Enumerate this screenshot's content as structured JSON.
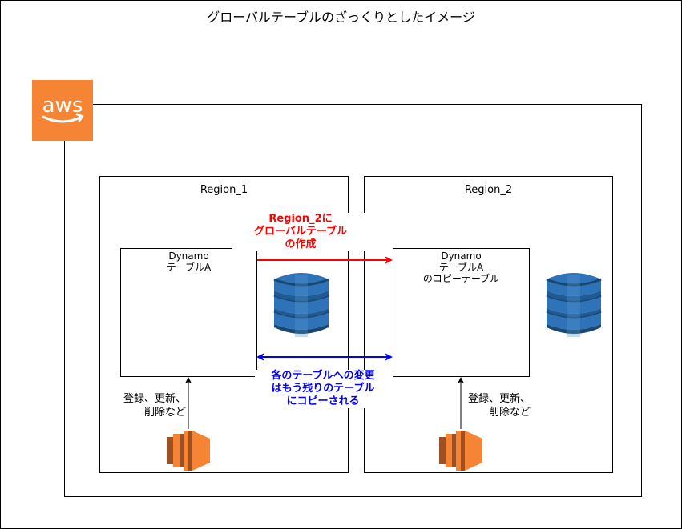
{
  "title": "グローバルテーブルのざっくりとしたイメージ",
  "regions": [
    {
      "label": "Region_1",
      "table_label": "Dynamo\nテーブルA",
      "ops_label": "登録、更新、\n削除など"
    },
    {
      "label": "Region_2",
      "table_label": "Dynamo\nテーブルA\nのコピーテーブル",
      "ops_label": "登録、更新、\n削除など"
    }
  ],
  "annotations": {
    "create_global_table": "Region_2に\nグローバルテーブル\nの作成",
    "replication": "各のテーブルへの変更\nはもう残りのテーブル\nにコピーされる"
  },
  "logo": {
    "text": "aws",
    "color": "#f58534"
  },
  "icons": {
    "database": "dynamodb-icon",
    "compute": "ec2-icon",
    "cloud": "aws-logo"
  },
  "colors": {
    "create_arrow": "#ff0000",
    "replication_arrow": "#0000ff",
    "dynamodb": "#2e73b8",
    "ec2": "#f58534"
  }
}
